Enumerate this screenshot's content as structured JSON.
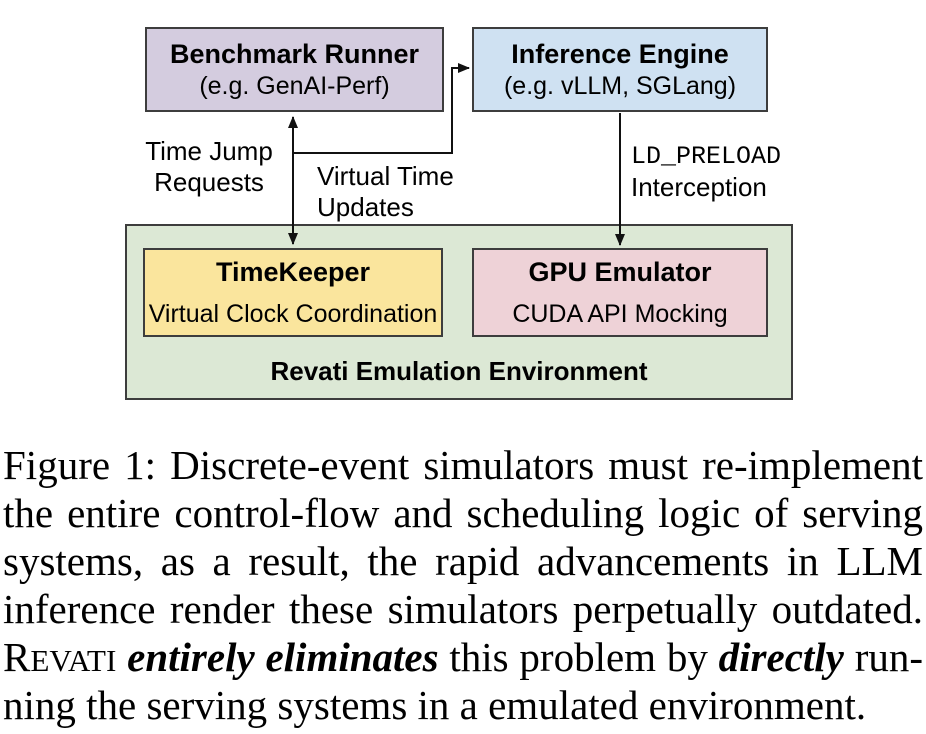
{
  "diagram": {
    "boxes": {
      "benchmark_runner": {
        "title": "Benchmark Runner",
        "subtitle": "(e.g. GenAI-Perf)",
        "fill": "#d4ccdf"
      },
      "inference_engine": {
        "title": "Inference Engine",
        "subtitle": "(e.g. vLLM, SGLang)",
        "fill": "#cfe1f2"
      },
      "timekeeper": {
        "title": "TimeKeeper",
        "subtitle": "Virtual Clock Coordination",
        "fill": "#fae59d"
      },
      "gpu_emulator": {
        "title": "GPU Emulator",
        "subtitle": "CUDA API Mocking",
        "fill": "#eed2d7"
      },
      "environment": {
        "label": "Revati Emulation Environment",
        "fill": "#dce8d5"
      }
    },
    "edge_labels": {
      "time_jump": {
        "line1": "Time Jump",
        "line2": "Requests"
      },
      "virtual_time": {
        "line1": "Virtual Time",
        "line2": "Updates"
      },
      "ld_preload": {
        "code": "LD_PRELOAD",
        "line2": "Interception"
      }
    },
    "arrow_color": "#111111",
    "border_color": "#3d3d3d"
  },
  "caption": {
    "lines": [
      {
        "segments": [
          {
            "t": "Figure 1: Discrete-event simulators must re-implement",
            "s": "n"
          }
        ]
      },
      {
        "segments": [
          {
            "t": "the entire control-flow and scheduling logic of serving",
            "s": "n"
          }
        ]
      },
      {
        "segments": [
          {
            "t": "systems, as a result, the rapid advancements in LLM",
            "s": "n"
          }
        ]
      },
      {
        "segments": [
          {
            "t": "inference render these simulators perpetually outdated.",
            "s": "n"
          }
        ]
      },
      {
        "segments": [
          {
            "t": "R",
            "s": "n"
          },
          {
            "t": "EVATI",
            "s": "sc"
          },
          {
            "t": " ",
            "s": "n"
          },
          {
            "t": "entirely eliminates",
            "s": "bi"
          },
          {
            "t": " this problem by ",
            "s": "n"
          },
          {
            "t": "directly",
            "s": "bi"
          },
          {
            "t": " run-",
            "s": "n"
          }
        ]
      },
      {
        "segments": [
          {
            "t": "ning the serving systems in a emulated environment.",
            "s": "n"
          }
        ]
      }
    ]
  }
}
